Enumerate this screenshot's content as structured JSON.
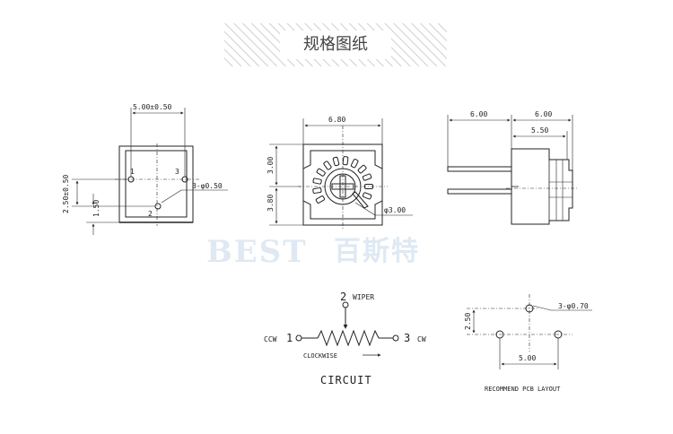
{
  "banner": {
    "title": "规格图纸"
  },
  "watermark": {
    "brand": "BEST",
    "cn": "百斯特"
  },
  "front_view": {
    "width_dim": "5.00±0.50",
    "height_dim": "2.50±0.50",
    "offset_dim": "1.50",
    "hole_dim": "3-φ0.50",
    "pin1": "1",
    "pin2": "2",
    "pin3": "3"
  },
  "top_view": {
    "width_dim": "6.80",
    "upper_dim": "3.00",
    "lower_dim": "3.80",
    "shaft_dim": "φ3.00"
  },
  "side_view": {
    "left_dim": "6.00",
    "right_dim": "6.00",
    "inner_dim": "5.50"
  },
  "circuit": {
    "wiper_num": "2",
    "wiper_label": "WIPER",
    "ccw_label": "CCW",
    "ccw_num": "1",
    "cw_num": "3",
    "cw_label": "CW",
    "clockwise_label": "CLOCKWISE",
    "caption": "CIRCUIT"
  },
  "pcb": {
    "hole_dim": "3-φ0.70",
    "height_dim": "2.50",
    "width_dim": "5.00",
    "caption": "RECOMMEND PCB LAYOUT"
  },
  "colors": {
    "line": "#222222",
    "watermark": "#dfe9f3",
    "hatch": "#cfcfcf"
  }
}
